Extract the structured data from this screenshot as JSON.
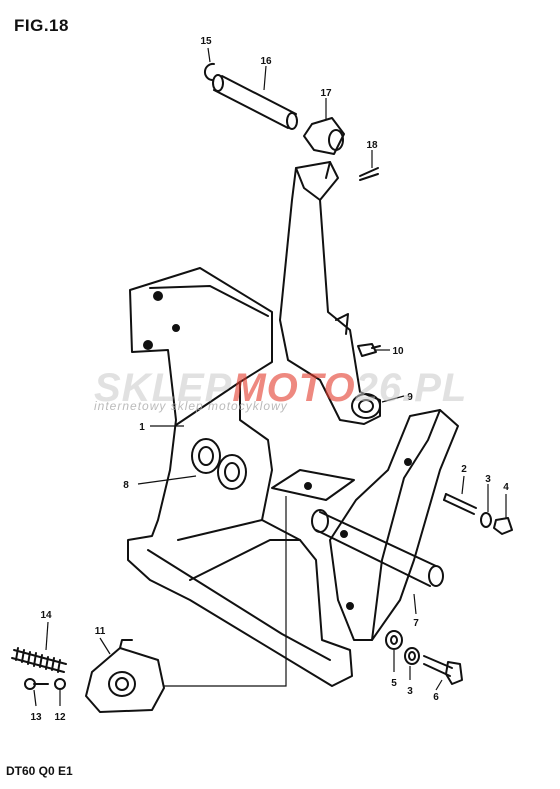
{
  "figure": {
    "title": "FIG.18",
    "model_code": "DT60 Q0 E1"
  },
  "watermark": {
    "brand_left": "SKLEP",
    "brand_red": "MOTO",
    "brand_right": "26.PL",
    "tagline": "internetowy sklep motocyklowy"
  },
  "callouts": [
    {
      "id": "15",
      "label": "15"
    },
    {
      "id": "16",
      "label": "16"
    },
    {
      "id": "17",
      "label": "17"
    },
    {
      "id": "18",
      "label": "18"
    },
    {
      "id": "10",
      "label": "10"
    },
    {
      "id": "9",
      "label": "9"
    },
    {
      "id": "1",
      "label": "1"
    },
    {
      "id": "8",
      "label": "8"
    },
    {
      "id": "2",
      "label": "2"
    },
    {
      "id": "3a",
      "label": "3"
    },
    {
      "id": "4",
      "label": "4"
    },
    {
      "id": "7",
      "label": "7"
    },
    {
      "id": "14",
      "label": "14"
    },
    {
      "id": "11",
      "label": "11"
    },
    {
      "id": "5",
      "label": "5"
    },
    {
      "id": "3b",
      "label": "3"
    },
    {
      "id": "6",
      "label": "6"
    },
    {
      "id": "13",
      "label": "13"
    },
    {
      "id": "12",
      "label": "12"
    }
  ],
  "colors": {
    "ink": "#111111",
    "paper": "#ffffff",
    "watermark_red": "#e23a2c"
  }
}
